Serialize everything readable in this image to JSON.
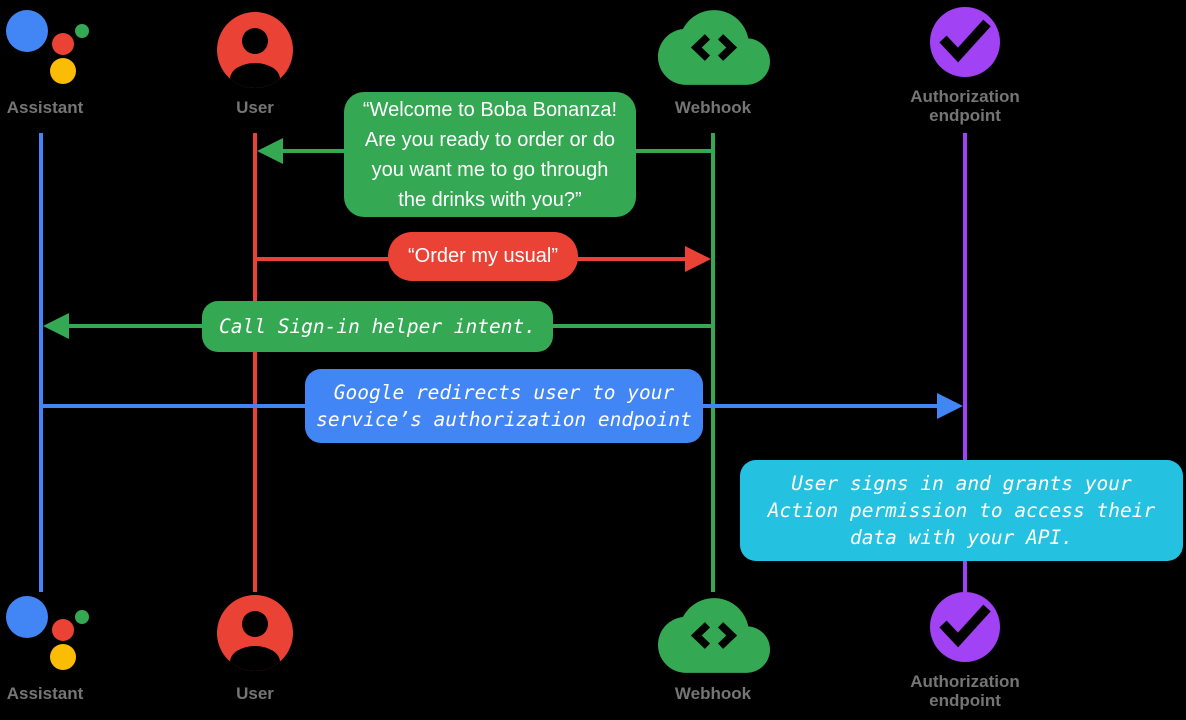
{
  "colors": {
    "background": "#000000",
    "assistant_blue": "#4285F4",
    "user_red": "#EA4335",
    "webhook_green": "#34A853",
    "authorization_purple": "#A142F4",
    "info_cyan": "#25C1E1",
    "assistant_yellow": "#FBBC05",
    "label_gray": "#757575",
    "bubble_text": "#FFFFFF"
  },
  "actors": [
    {
      "id": "assistant",
      "label": "Assistant",
      "icon": "google-assistant-icon",
      "lifeline_color": "#4285F4"
    },
    {
      "id": "user",
      "label": "User",
      "icon": "user-icon",
      "lifeline_color": "#EA4335"
    },
    {
      "id": "webhook",
      "label": "Webhook",
      "icon": "cloud-code-icon",
      "lifeline_color": "#34A853"
    },
    {
      "id": "authorization-endpoint",
      "label": "Authorization endpoint",
      "icon": "checkmark-icon",
      "lifeline_color": "#A142F4"
    }
  ],
  "messages": [
    {
      "from": "webhook",
      "to": "user",
      "direction": "left",
      "color": "#34A853",
      "font": "sans",
      "text": "“Welcome to Boba Bonanza!\nAre you ready to order or do\nyou want me to go through\nthe drinks with you?”"
    },
    {
      "from": "user",
      "to": "webhook",
      "direction": "right",
      "color": "#EA4335",
      "font": "sans",
      "text": "“Order my usual”"
    },
    {
      "from": "webhook",
      "to": "assistant",
      "direction": "left",
      "color": "#34A853",
      "font": "mono-italic",
      "text": "Call Sign-in helper intent."
    },
    {
      "from": "assistant",
      "to": "authorization-endpoint",
      "direction": "right",
      "color": "#4285F4",
      "font": "mono-italic",
      "text": "Google redirects user to your\nservice’s authorization endpoint"
    },
    {
      "from": "authorization-endpoint",
      "to": "authorization-endpoint",
      "direction": "none",
      "color": "#25C1E1",
      "font": "mono-italic",
      "text": "User signs in and grants your\nAction permission to access their\ndata with your API."
    }
  ]
}
